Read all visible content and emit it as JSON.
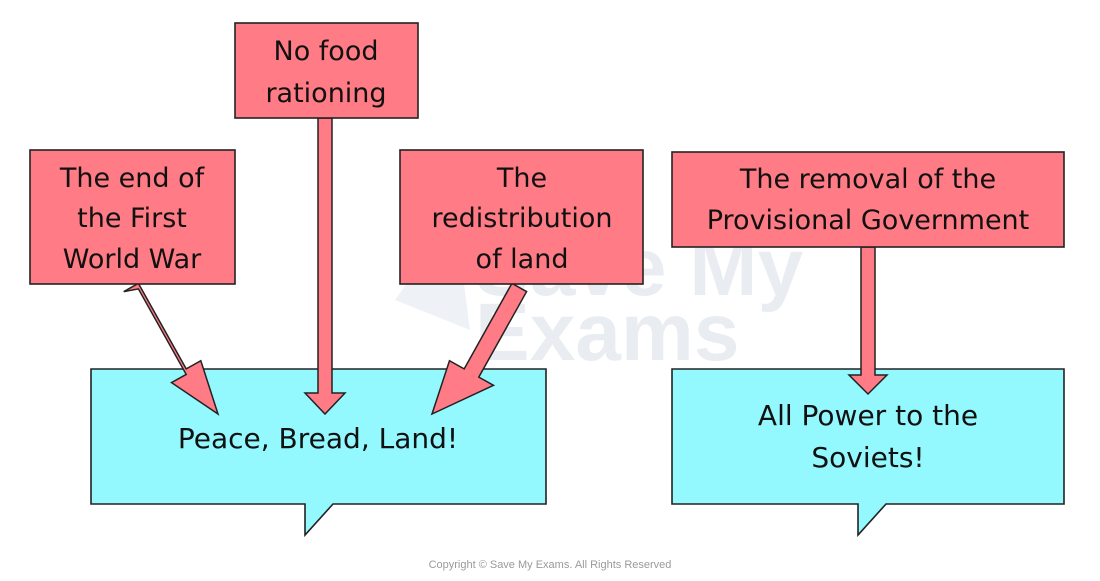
{
  "colors": {
    "cause_box_fill": "#ff7b85",
    "speech_fill": "#94f8ff",
    "stroke": "#222222",
    "arrow_fill": "#ff7b85"
  },
  "watermark": {
    "line1": "Save My",
    "line2": "Exams"
  },
  "causes": {
    "end_of_war": [
      "The end of",
      "the First",
      "World War"
    ],
    "no_rationing": [
      "No food",
      "rationing"
    ],
    "land": [
      "The",
      "redistribution",
      "of land"
    ],
    "removal": [
      "The removal of the",
      "Provisional Government"
    ]
  },
  "slogans": {
    "peace_bread_land": [
      "Peace, Bread, Land!"
    ],
    "all_power": [
      "All Power to the",
      "Soviets!"
    ]
  },
  "copyright": "Copyright © Save My Exams. All Rights Reserved"
}
